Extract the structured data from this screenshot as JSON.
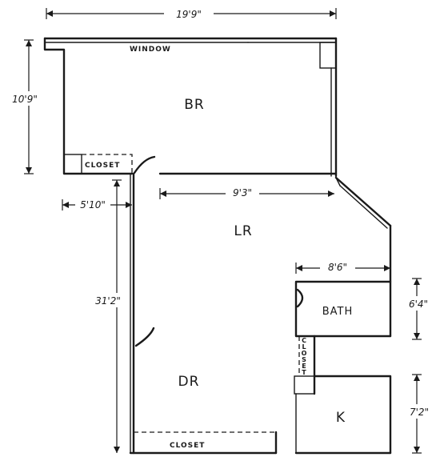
{
  "plan": {
    "rooms": {
      "bedroom": "BR",
      "living_room": "LR",
      "dining_room": "DR",
      "bath": "BATH",
      "kitchen": "K"
    },
    "fixtures": {
      "window": "WINDOW",
      "bedroom_closet": "CLOSET",
      "dining_closet": "CLOSET",
      "hall_closet_letters": [
        "C",
        "L",
        "O",
        "S",
        "E",
        "T"
      ]
    },
    "dimensions": {
      "overall_width": "19'9\"",
      "bedroom_depth": "10'9\"",
      "bedroom_closet_width": "5'10\"",
      "living_room_width": "9'3\"",
      "bath_width": "8'6\"",
      "bath_depth": "6'4\"",
      "side_length": "31'2\"",
      "kitchen_depth": "7'2\""
    }
  }
}
